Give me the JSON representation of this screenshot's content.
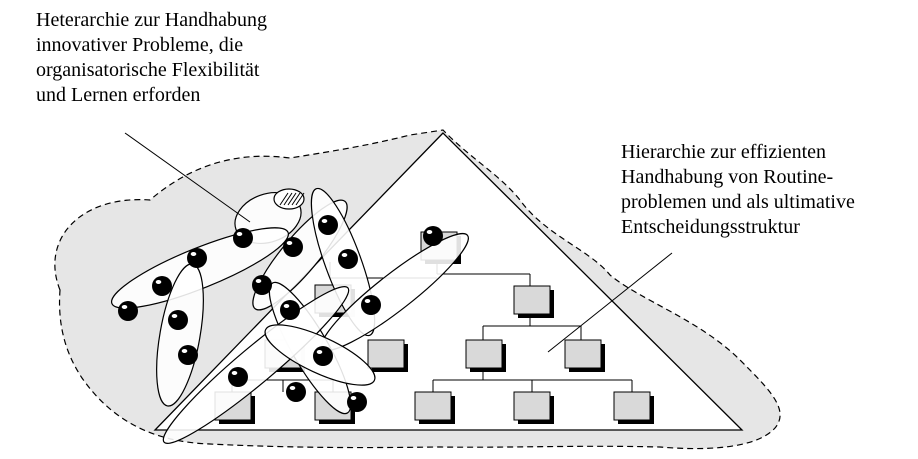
{
  "labels": {
    "heterarchy": [
      "Heterarchie zur Handhabung",
      "innovativer Probleme, die",
      "organisatorische Flexibilität",
      "und Lernen erforden"
    ],
    "hierarchy": [
      "Hierarchie zur effizienten",
      "Handhabung von Routine-",
      "problemen und als ultimative",
      "Entscheidungsstruktur"
    ]
  },
  "colors": {
    "cloud_fill": "#e6e6e6",
    "box_fill": "#d9d9d9",
    "stroke": "#000000"
  }
}
